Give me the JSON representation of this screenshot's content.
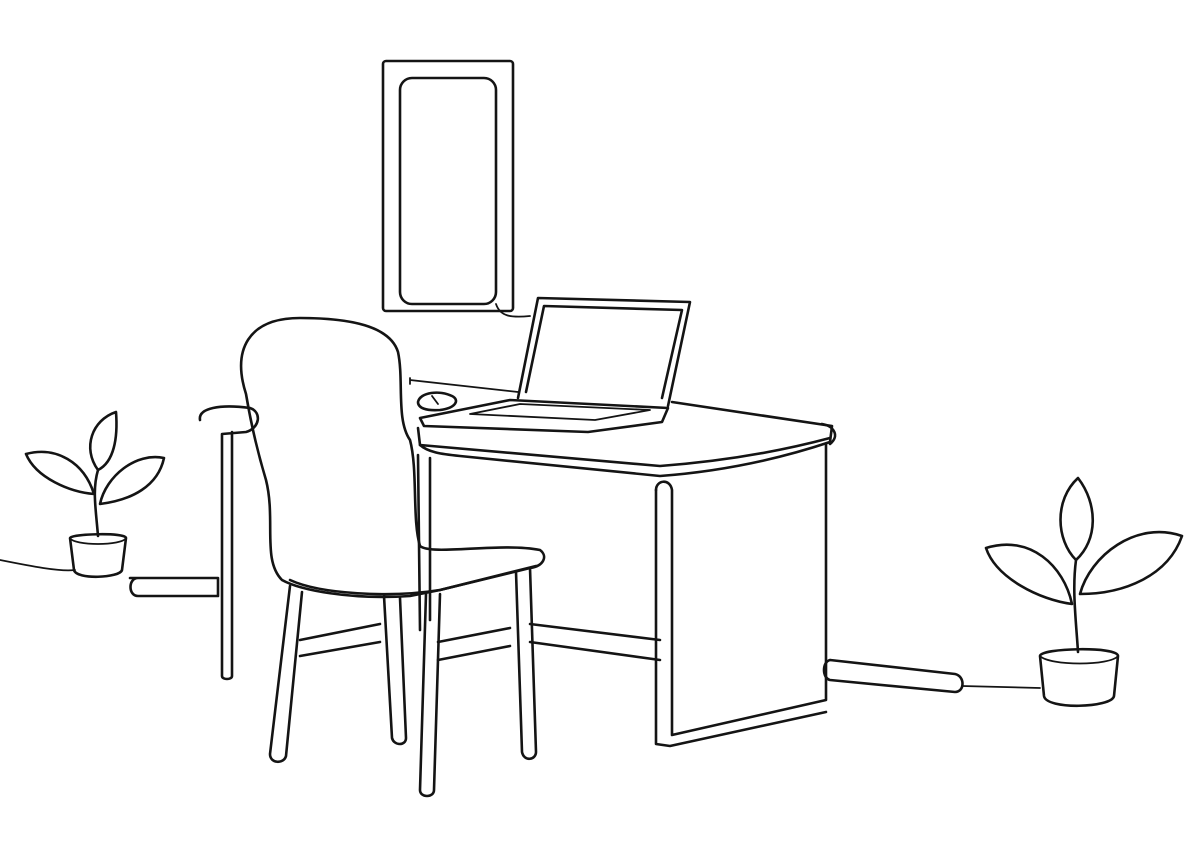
{
  "illustration": {
    "style": "continuous single-line drawing",
    "subject": "home office",
    "objects": [
      "wall-mirror",
      "laptop",
      "computer-mouse",
      "desk",
      "chair",
      "potted-plant-left",
      "potted-plant-right"
    ],
    "colors": {
      "background": "#ffffff",
      "line": "#141414"
    }
  }
}
